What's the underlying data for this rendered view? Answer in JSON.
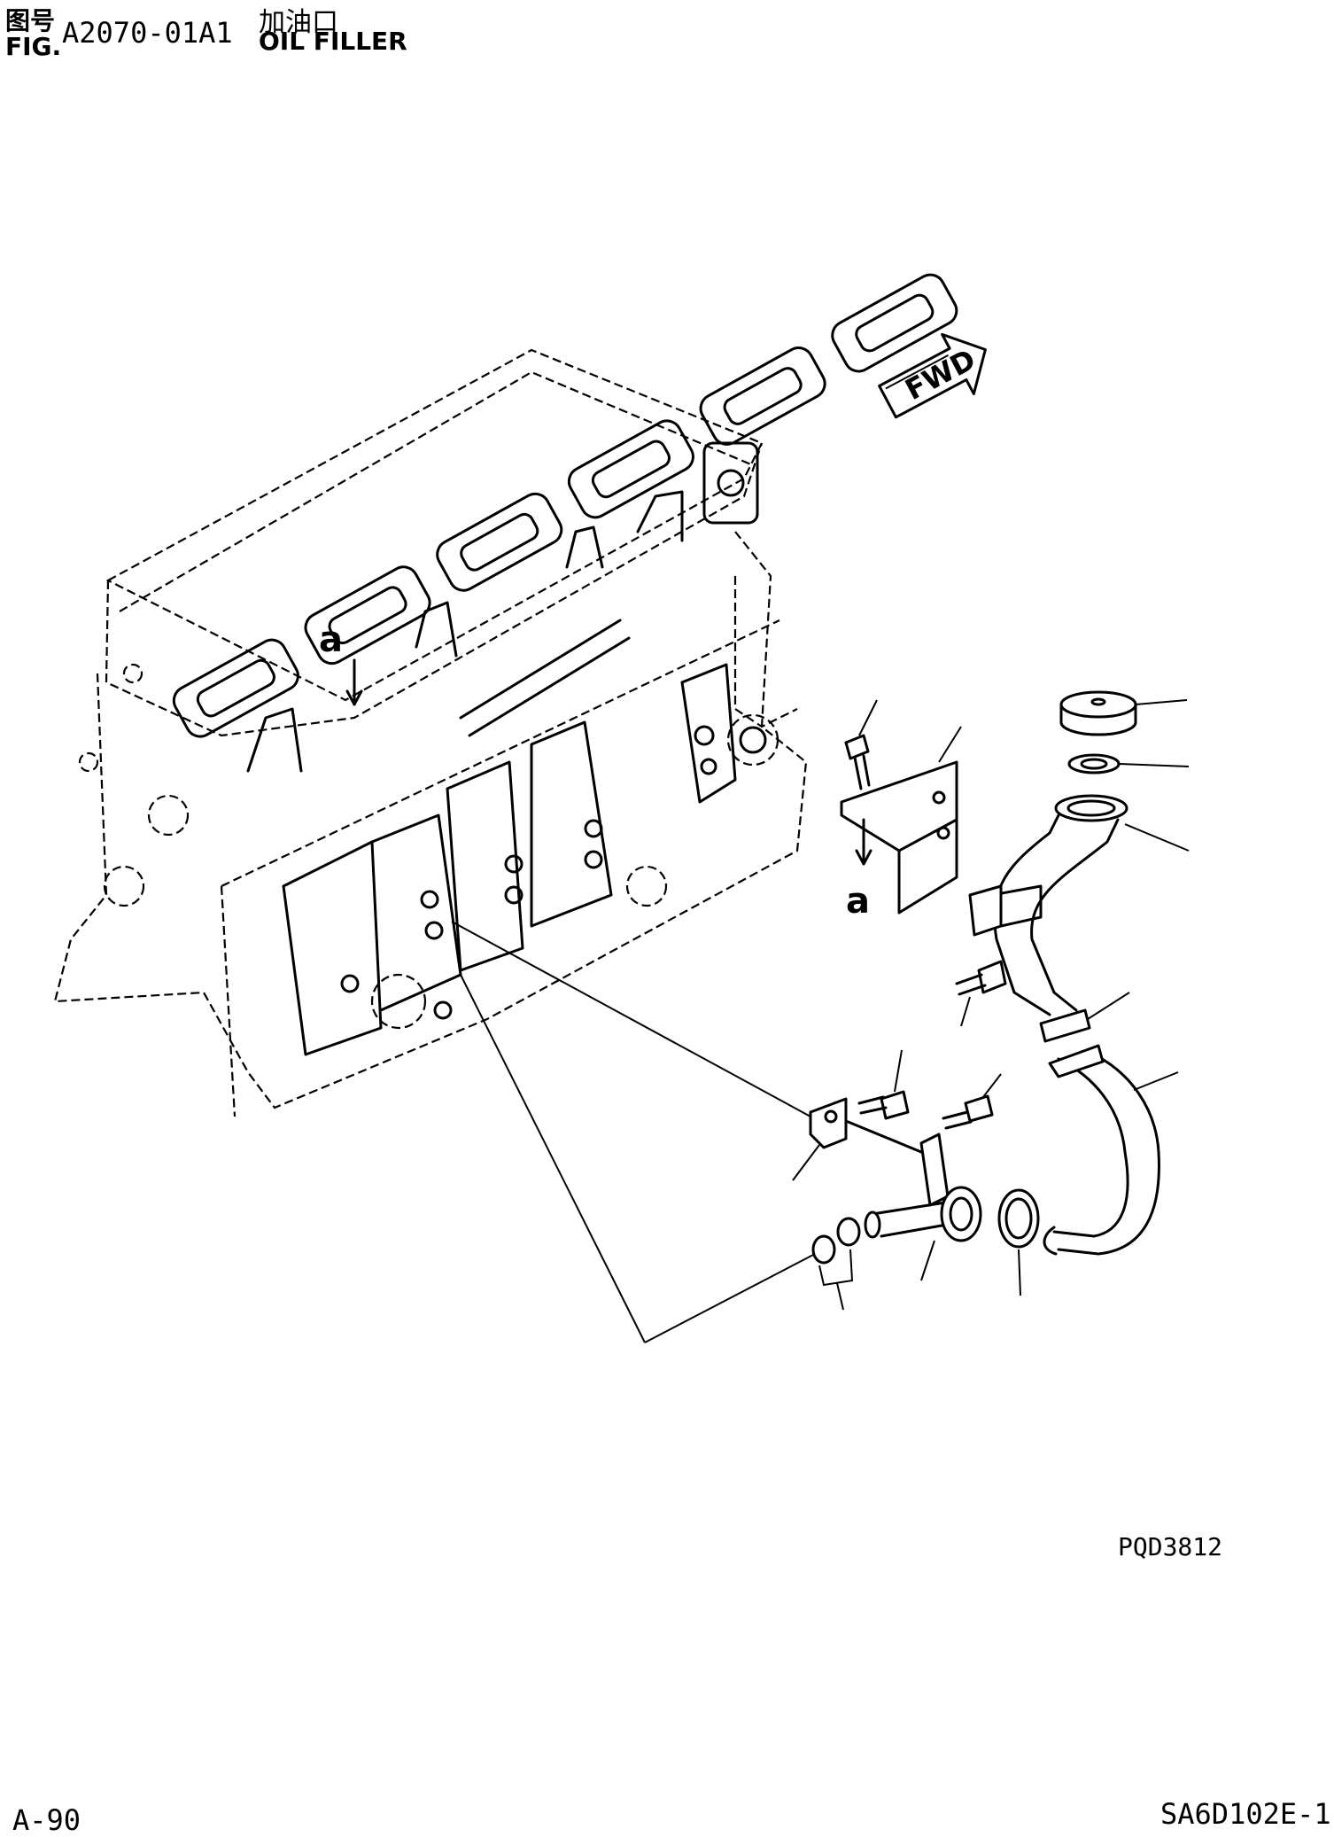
{
  "header": {
    "fig_label_cn": "图号",
    "fig_label_en": "FIG.",
    "figure_number": "A2070-01A1",
    "title_cn": "加油口",
    "title_en": "OIL FILLER"
  },
  "diagram": {
    "direction_marker": "FWD",
    "detail_marker_top": "a",
    "detail_marker_bottom": "a",
    "reference_code": "PQD3812"
  },
  "footer": {
    "page": "A-90",
    "model": "SA6D102E-1"
  },
  "icons": {
    "fwd_arrow": "fwd-arrow-icon",
    "engine": "engine-block-illustration"
  }
}
